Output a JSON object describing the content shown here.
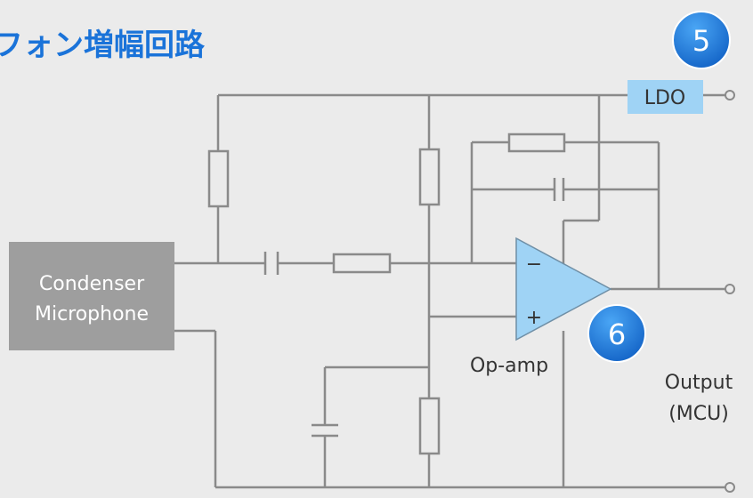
{
  "title": "フォン増幅回路",
  "mic": {
    "line1": "Condenser",
    "line2": "Microphone"
  },
  "ldo": {
    "label": "LDO"
  },
  "opamp": {
    "label": "Op-amp",
    "minus": "−",
    "plus": "+"
  },
  "output": {
    "line1": "Output",
    "line2": "(MCU)"
  },
  "badges": [
    {
      "number": "5"
    },
    {
      "number": "6"
    }
  ],
  "colors": {
    "title": "#1a73d9",
    "badge": "#1f7fe0",
    "ldo_fill": "#9fd3f5",
    "opamp_fill": "#9fd3f5",
    "mic_fill": "#9e9e9e",
    "wire": "#8a8a8a",
    "background": "#ebebeb"
  }
}
